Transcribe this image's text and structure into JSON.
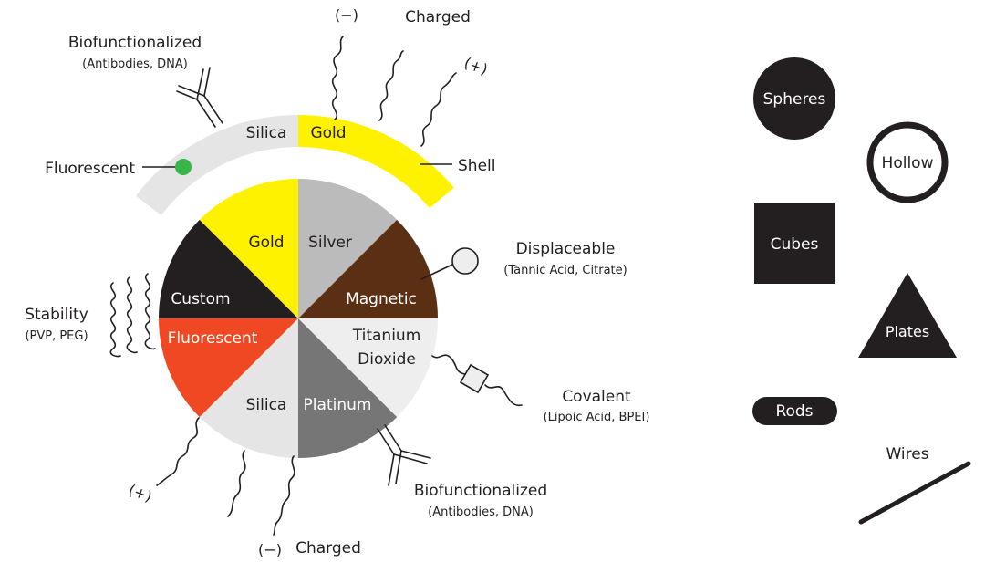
{
  "colors": {
    "gold": "#fff200",
    "silver": "#bcbbbc",
    "magnetic": "#5b2f14",
    "titanium": "#eeeeee",
    "platinum": "#777677",
    "silica": "#e6e5e6",
    "fluorescent": "#ef4822",
    "custom": "#231f20",
    "shell_silica": "#e6e5e6",
    "fluor_dot": "#39b54a",
    "dark": "#231f20"
  },
  "wheel": {
    "segments": [
      {
        "label": "Silver",
        "color": "silver"
      },
      {
        "label": "Magnetic",
        "color": "magnetic"
      },
      {
        "label": "Titanium",
        "label2": "Dioxide",
        "color": "titanium"
      },
      {
        "label": "Platinum",
        "color": "platinum"
      },
      {
        "label": "Silica",
        "color": "silica"
      },
      {
        "label": "Fluorescent",
        "color": "fluorescent"
      },
      {
        "label": "Custom",
        "color": "custom"
      },
      {
        "label": "Gold",
        "color": "gold"
      }
    ]
  },
  "shell": {
    "silica_label": "Silica",
    "gold_label": "Gold",
    "shell_label": "Shell",
    "fluorescent_label": "Fluorescent"
  },
  "surface": {
    "bio_top_title": "Biofunctionalized",
    "bio_top_sub": "(Antibodies, DNA)",
    "charged_top_title": "Charged",
    "charge_minus": "(−)",
    "charge_plus": "(+)",
    "displaceable_title": "Displaceable",
    "displaceable_sub": "(Tannic Acid, Citrate)",
    "stability_title": "Stability",
    "stability_sub": "(PVP, PEG)",
    "covalent_title": "Covalent",
    "covalent_sub": "(Lipoic Acid, BPEI)",
    "bio_bottom_title": "Biofunctionalized",
    "bio_bottom_sub": "(Antibodies, DNA)",
    "charged_bottom_title": "Charged"
  },
  "shapes": {
    "spheres": "Spheres",
    "hollow": "Hollow",
    "cubes": "Cubes",
    "plates": "Plates",
    "rods": "Rods",
    "wires": "Wires"
  }
}
